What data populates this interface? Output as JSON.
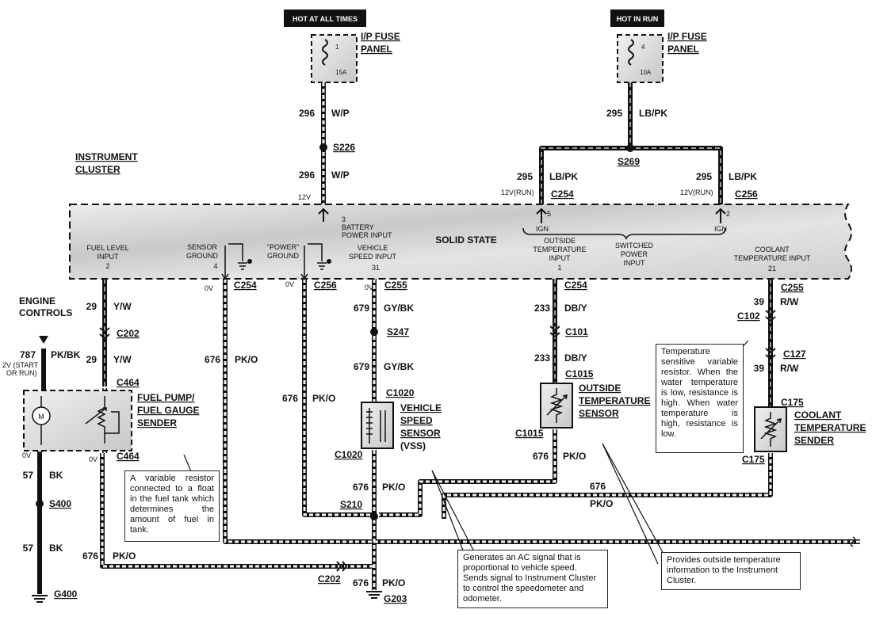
{
  "tags": {
    "hot_at_all_times": "HOT AT ALL TIMES",
    "hot_in_run": "HOT IN RUN"
  },
  "fuse_panels": [
    {
      "title1": "I/P FUSE",
      "title2": "PANEL",
      "fuse_no": "1",
      "rating": "15A"
    },
    {
      "title1": "I/P FUSE",
      "title2": "PANEL",
      "fuse_no": "4",
      "rating": "10A"
    }
  ],
  "splices": {
    "s226": "S226",
    "s269": "S269",
    "s247": "S247",
    "s400": "S400",
    "s210": "S210"
  },
  "wires": {
    "w296": "296",
    "wp": "W/P",
    "w295": "295",
    "lbpk": "LB/PK",
    "w29": "29",
    "yw": "Y/W",
    "w787": "787",
    "pkbk": "PK/BK",
    "w57": "57",
    "bk": "BK",
    "w676": "676",
    "pko": "PK/O",
    "w679": "679",
    "gybk": "GY/BK",
    "w233": "233",
    "dby": "DB/Y",
    "w39": "39",
    "rw": "R/W"
  },
  "connectors": {
    "c254": "C254",
    "c256": "C256",
    "c255": "C255",
    "c202": "C202",
    "c464": "C464",
    "c1020": "C1020",
    "c101": "C101",
    "c1015": "C1015",
    "c102": "C102",
    "c127": "C127",
    "c175": "C175",
    "g400": "G400",
    "g203": "G203"
  },
  "voltages": {
    "v12": "12V",
    "v12run": "12V(RUN)",
    "v0": "0V",
    "start_run_1": "2V (START",
    "start_run_2": "OR RUN)"
  },
  "cluster": {
    "label1": "INSTRUMENT",
    "label2": "CLUSTER",
    "solid_state": "SOLID STATE",
    "battery_pin": "3",
    "battery_1": "BATTERY",
    "battery_2": "POWER INPUT",
    "pin5": "5",
    "pin2": "2",
    "ign": "IGN",
    "fuel_1": "FUEL LEVEL",
    "fuel_2": "INPUT",
    "fuel_pin": "2",
    "sensor_1": "SENSOR",
    "sensor_2": "GROUND",
    "sensor_pin": "4",
    "power_1": "\"POWER\"",
    "power_2": "GROUND",
    "vss_1": "VEHICLE",
    "vss_2": "SPEED INPUT",
    "vss_pin": "31",
    "ot_1": "OUTSIDE",
    "ot_2": "TEMPERATURE",
    "ot_3": "INPUT",
    "ot_pin": "1",
    "sw_1": "SWITCHED",
    "sw_2": "POWER",
    "sw_3": "INPUT",
    "ct_1": "COOLANT",
    "ct_2": "TEMPERATURE INPUT",
    "ct_pin": "21"
  },
  "components": {
    "engine_1": "ENGINE",
    "engine_2": "CONTROLS",
    "fuel_1": "FUEL PUMP/",
    "fuel_2": "FUEL GAUGE",
    "fuel_3": "SENDER",
    "motor": "M",
    "vss_1": "VEHICLE",
    "vss_2": "SPEED",
    "vss_3": "SENSOR",
    "vss_4": "(VSS)",
    "ots_1": "OUTSIDE",
    "ots_2": "TEMPERATURE",
    "ots_3": "SENSOR",
    "cts_1": "COOLANT",
    "cts_2": "TEMPERATURE",
    "cts_3": "SENDER"
  },
  "notes": {
    "fuel": "A variable resistor connected to a float in the fuel tank which determines the amount of fuel in tank.",
    "vss": "Generates an AC signal that is proportional to vehicle speed. Sends signal to Instrument Cluster to control the speedometer and odometer.",
    "ots": "Provides outside temperature information to the Instrument Cluster.",
    "cts": "Temperature sensitive variable resistor. When the water temperature is low, resistance is high. When water temperature is high, resistance is low."
  }
}
